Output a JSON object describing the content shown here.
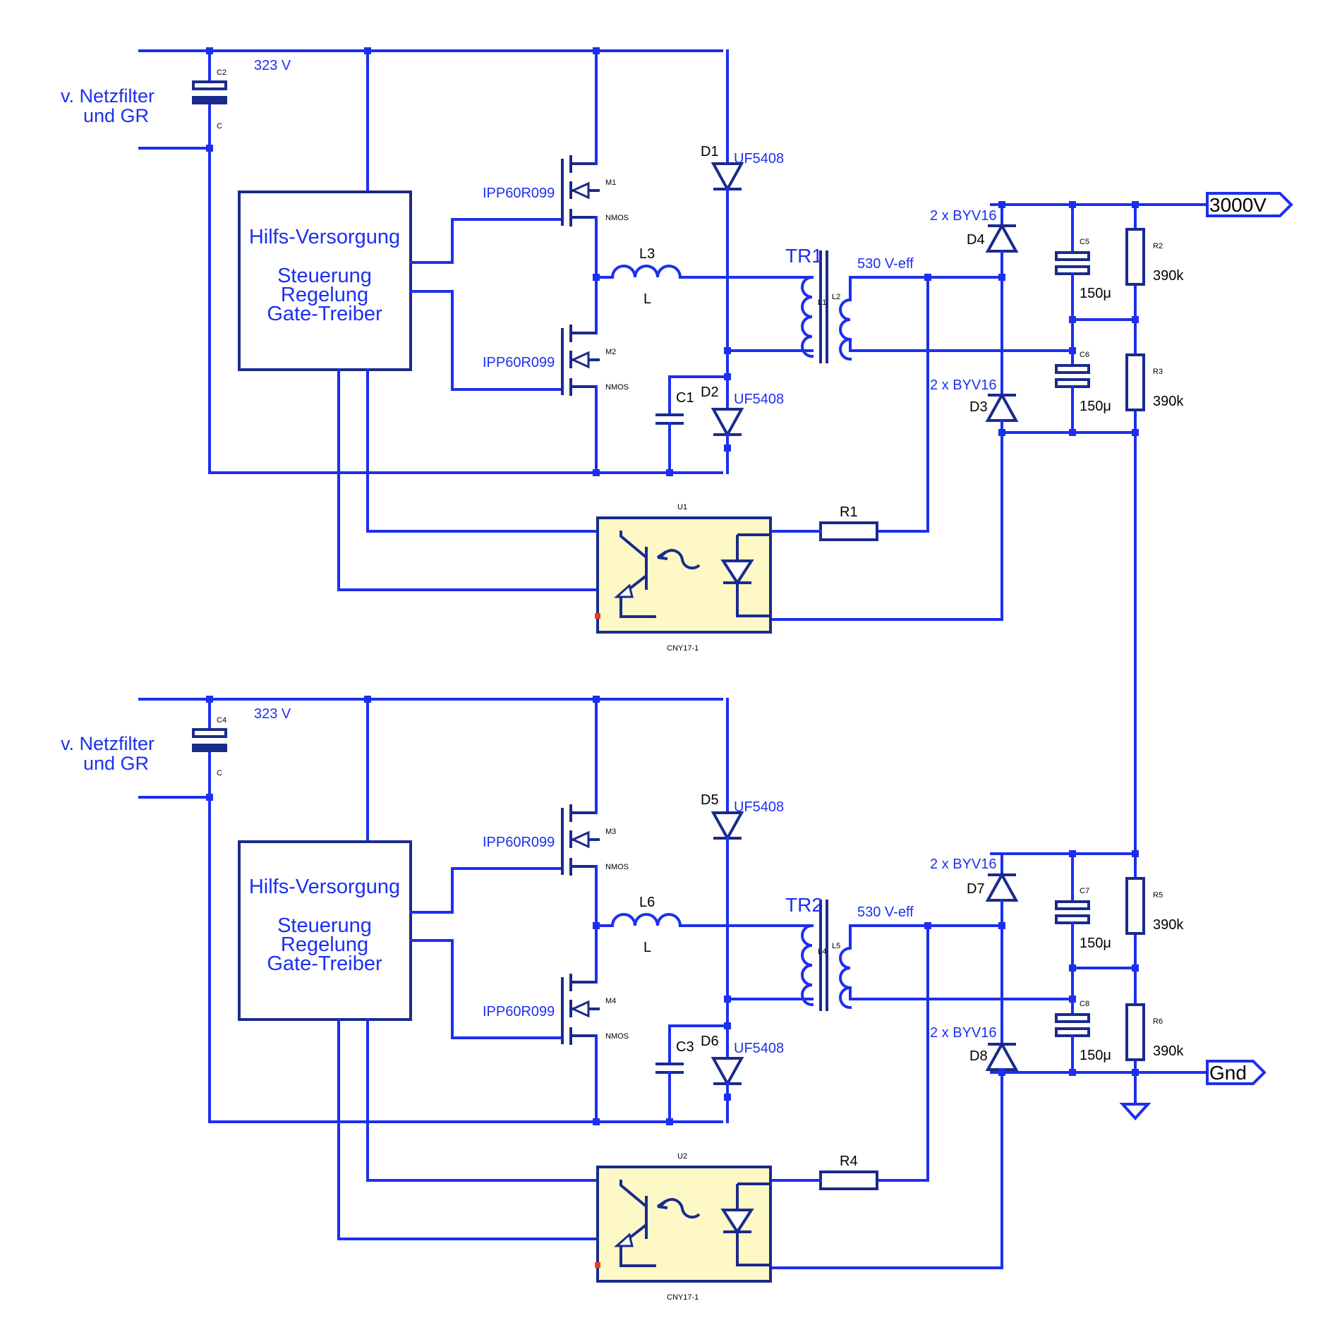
{
  "ports": {
    "out": "3000V",
    "gnd": "Gnd"
  },
  "control": {
    "l1": "Hilfs-Versorgung",
    "l2": "Steuerung",
    "l3": "Regelung",
    "l4": "Gate-Treiber"
  },
  "stage1": {
    "input_label_1": "v. Netzfilter",
    "input_label_2": "und GR",
    "voltage": "323 V",
    "c2": "C2",
    "c2_val": "C",
    "m1": "M1",
    "m2": "M2",
    "mos_type": "NMOS",
    "mos_part": "IPP60R099",
    "l3": "L3",
    "l_val": "L",
    "d1": "D1",
    "d2": "D2",
    "d_part": "UF5408",
    "c1": "C1",
    "tr": "TR1",
    "secondary": "530 V-eff",
    "tr_l1": "L1",
    "tr_l2": "L2",
    "rect_part": "2 x BYV16",
    "d4": "D4",
    "d3": "D3",
    "c5": "C5",
    "c6": "C6",
    "cap_val": "150μ",
    "r2": "R2",
    "r3": "R3",
    "r_val": "390k",
    "r1": "R1",
    "u": "U1",
    "opto_part": "CNY17-1"
  },
  "stage2": {
    "input_label_1": "v. Netzfilter",
    "input_label_2": "und GR",
    "voltage": "323 V",
    "c4": "C4",
    "c4_val": "C",
    "m3": "M3",
    "m4": "M4",
    "mos_type": "NMOS",
    "mos_part": "IPP60R099",
    "l6": "L6",
    "l_val": "L",
    "d5": "D5",
    "d6": "D6",
    "d_part": "UF5408",
    "c3": "C3",
    "tr": "TR2",
    "secondary": "530 V-eff",
    "tr_l1": "L4",
    "tr_l2": "L5",
    "rect_part": "2 x BYV16",
    "d7": "D7",
    "d8": "D8",
    "c7": "C7",
    "c8": "C8",
    "cap_val": "150μ",
    "r5": "R5",
    "r6": "R6",
    "r_val": "390k",
    "r4": "R4",
    "u": "U2",
    "opto_part": "CNY17-1"
  }
}
